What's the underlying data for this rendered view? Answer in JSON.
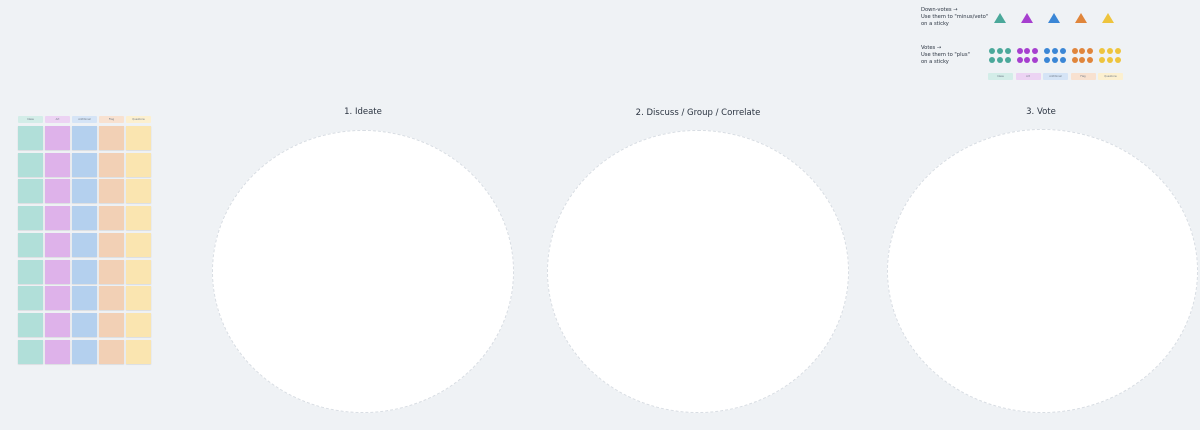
{
  "colors": {
    "background": "#eff2f5",
    "teal": "#4aa89a",
    "purple": "#a63fcf",
    "blue": "#3a86d6",
    "orange": "#e0853b",
    "yellow": "#eec43d",
    "sticky_teal": "#b1dfd9",
    "sticky_purple": "#deb2ea",
    "sticky_blue": "#b4d0ee",
    "sticky_orange": "#f2d0b5",
    "sticky_yellow": "#fae5b0",
    "header_teal": "#d3ede8",
    "header_purple": "#ecd3f3",
    "header_blue": "#d5e4f6",
    "header_orange": "#f8e1d0",
    "header_yellow": "#fcf0d0"
  },
  "sticky_columns": [
    {
      "header": "Ideas",
      "color": "teal",
      "rows": 9
    },
    {
      "header": "Art",
      "color": "purple",
      "rows": 9
    },
    {
      "header": "Additional",
      "color": "blue",
      "rows": 9
    },
    {
      "header": "Flag",
      "color": "orange",
      "rows": 9
    },
    {
      "header": "Questions",
      "color": "yellow",
      "rows": 9
    }
  ],
  "stages": [
    {
      "title": "1. Ideate"
    },
    {
      "title": "2. Discuss / Group / Correlate"
    },
    {
      "title": "3. Vote"
    }
  ],
  "legend": {
    "downvotes_text": "Down-votes →\nUse them to \"minus/veto\"\non a sticky",
    "votes_text": "Votes →\nUse them to \"plus\"\non a sticky",
    "triangle_colors": [
      "teal",
      "purple",
      "blue",
      "orange",
      "yellow"
    ],
    "dot_groups": [
      {
        "color": "teal",
        "count": 6
      },
      {
        "color": "purple",
        "count": 6
      },
      {
        "color": "blue",
        "count": 6
      },
      {
        "color": "orange",
        "count": 6
      },
      {
        "color": "yellow",
        "count": 6
      }
    ],
    "swatches": [
      {
        "label": "Ideas",
        "color": "teal"
      },
      {
        "label": "Art",
        "color": "purple"
      },
      {
        "label": "Additional",
        "color": "blue"
      },
      {
        "label": "Flag",
        "color": "orange"
      },
      {
        "label": "Questions",
        "color": "yellow"
      }
    ]
  }
}
